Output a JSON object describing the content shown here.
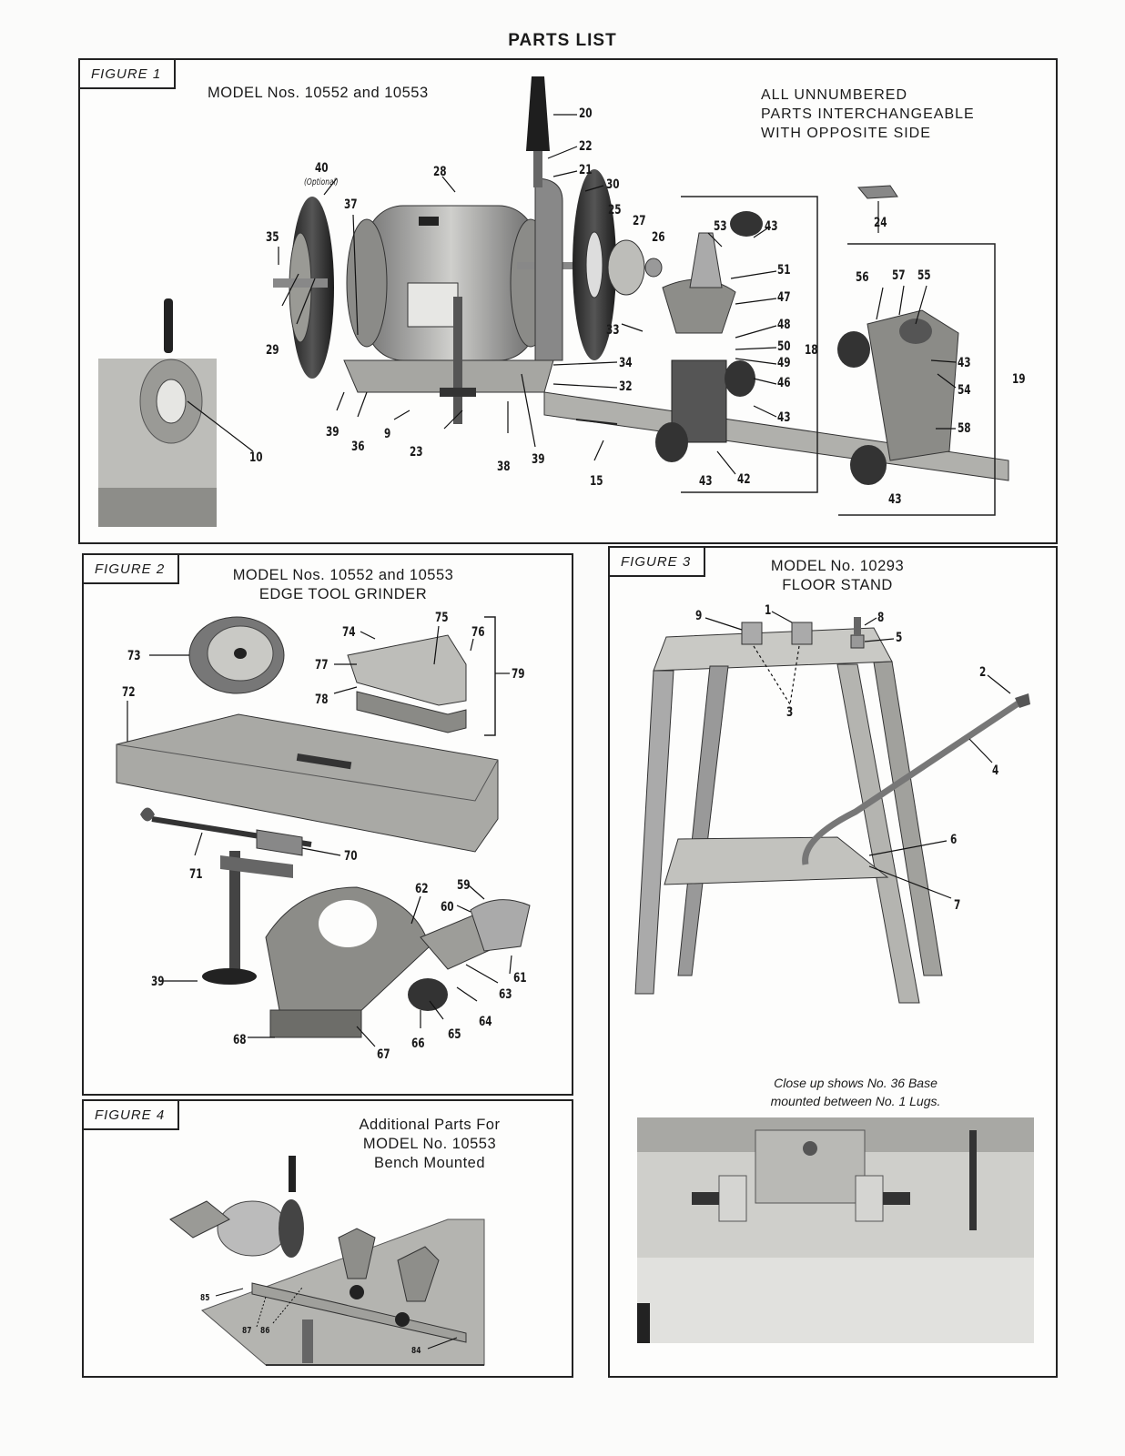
{
  "page": {
    "title": "PARTS LIST"
  },
  "figure1": {
    "tag": "FIGURE 1",
    "model": "MODEL Nos. 10552 and 10553",
    "note_lines": [
      "ALL UNNUMBERED",
      "PARTS INTERCHANGEABLE",
      "WITH OPPOSITE SIDE"
    ],
    "optional_note": "(Optional)",
    "callouts": [
      "40",
      "37",
      "28",
      "35",
      "29",
      "39",
      "36",
      "9",
      "23",
      "38",
      "39",
      "10",
      "20",
      "22",
      "21",
      "30",
      "25",
      "27",
      "26",
      "33",
      "34",
      "32",
      "15",
      "53",
      "43",
      "51",
      "47",
      "48",
      "50",
      "49",
      "46",
      "43",
      "42",
      "43",
      "18",
      "24",
      "56",
      "57",
      "55",
      "43",
      "54",
      "19",
      "58",
      "43"
    ]
  },
  "figure2": {
    "tag": "FIGURE 2",
    "model_lines": [
      "MODEL Nos. 10552 and 10553",
      "EDGE TOOL GRINDER"
    ],
    "callouts": [
      "73",
      "72",
      "74",
      "75",
      "76",
      "77",
      "78",
      "79",
      "71",
      "70",
      "62",
      "59",
      "60",
      "61",
      "63",
      "64",
      "65",
      "66",
      "39",
      "68",
      "67"
    ]
  },
  "figure3": {
    "tag": "FIGURE 3",
    "model_lines": [
      "MODEL No. 10293",
      "FLOOR STAND"
    ],
    "callouts": [
      "9",
      "1",
      "8",
      "5",
      "3",
      "2",
      "4",
      "6",
      "7"
    ],
    "caption_lines": [
      "Close up shows No. 36 Base",
      "mounted between No. 1 Lugs."
    ]
  },
  "figure4": {
    "tag": "FIGURE 4",
    "model_lines": [
      "Additional Parts For",
      "MODEL No. 10553",
      "Bench Mounted"
    ],
    "callouts": [
      "85",
      "87",
      "86",
      "84"
    ]
  }
}
